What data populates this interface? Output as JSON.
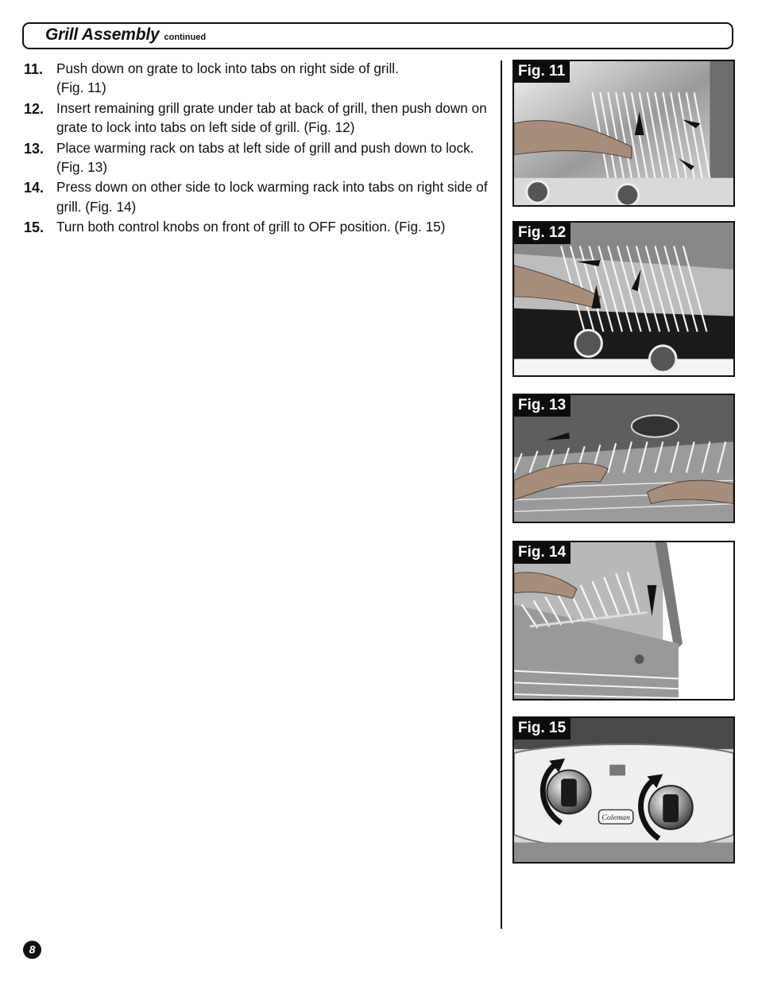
{
  "header": {
    "title": "Grill Assembly",
    "subtitle": "continued"
  },
  "steps": [
    {
      "number": "11.",
      "text": "Push down on grate to lock into tabs on right side of grill.\n(Fig. 11)"
    },
    {
      "number": "12.",
      "text": "Insert remaining grill grate under tab at back of grill, then push down on grate to lock into tabs on left side of grill. (Fig. 12)"
    },
    {
      "number": "13.",
      "text": "Place warming rack on tabs at left side of grill and push down to lock. (Fig. 13)"
    },
    {
      "number": "14.",
      "text": "Press down on other side to lock warming rack into tabs on right side of grill. (Fig. 14)"
    },
    {
      "number": "15.",
      "text": "Turn both control knobs on front of grill to OFF position. (Fig. 15)"
    }
  ],
  "figures": [
    {
      "label": "Fig. 11",
      "depicts": "grill-grate-push-down-right"
    },
    {
      "label": "Fig. 12",
      "depicts": "grill-grate-insert-left"
    },
    {
      "label": "Fig. 13",
      "depicts": "warming-rack-left-tabs"
    },
    {
      "label": "Fig. 14",
      "depicts": "warming-rack-right-tabs"
    },
    {
      "label": "Fig. 15",
      "depicts": "control-knobs-off"
    }
  ],
  "logo": {
    "text": "Coleman"
  },
  "page": {
    "number": "8"
  }
}
